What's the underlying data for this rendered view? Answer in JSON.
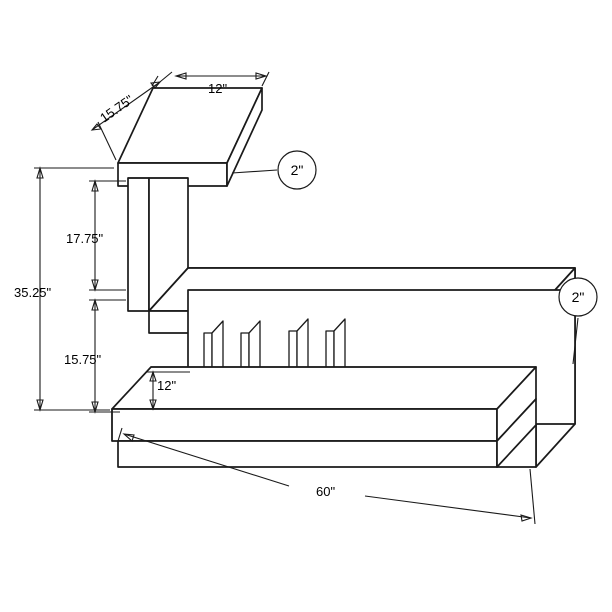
{
  "diagram": {
    "title": "TV console dimensioned line drawing",
    "units": "inches",
    "dimensions": {
      "top_shelf_depth": "15.75\"",
      "top_shelf_width": "12\"",
      "upper_height": "17.75\"",
      "overall_height": "35.25\"",
      "lower_height": "15.75\"",
      "base_depth": "12\"",
      "overall_length": "60\""
    },
    "callouts": {
      "top_thickness": "2\"",
      "right_thickness": "2\""
    },
    "colors": {
      "line": "#1a1a1a",
      "background": "#ffffff"
    }
  }
}
